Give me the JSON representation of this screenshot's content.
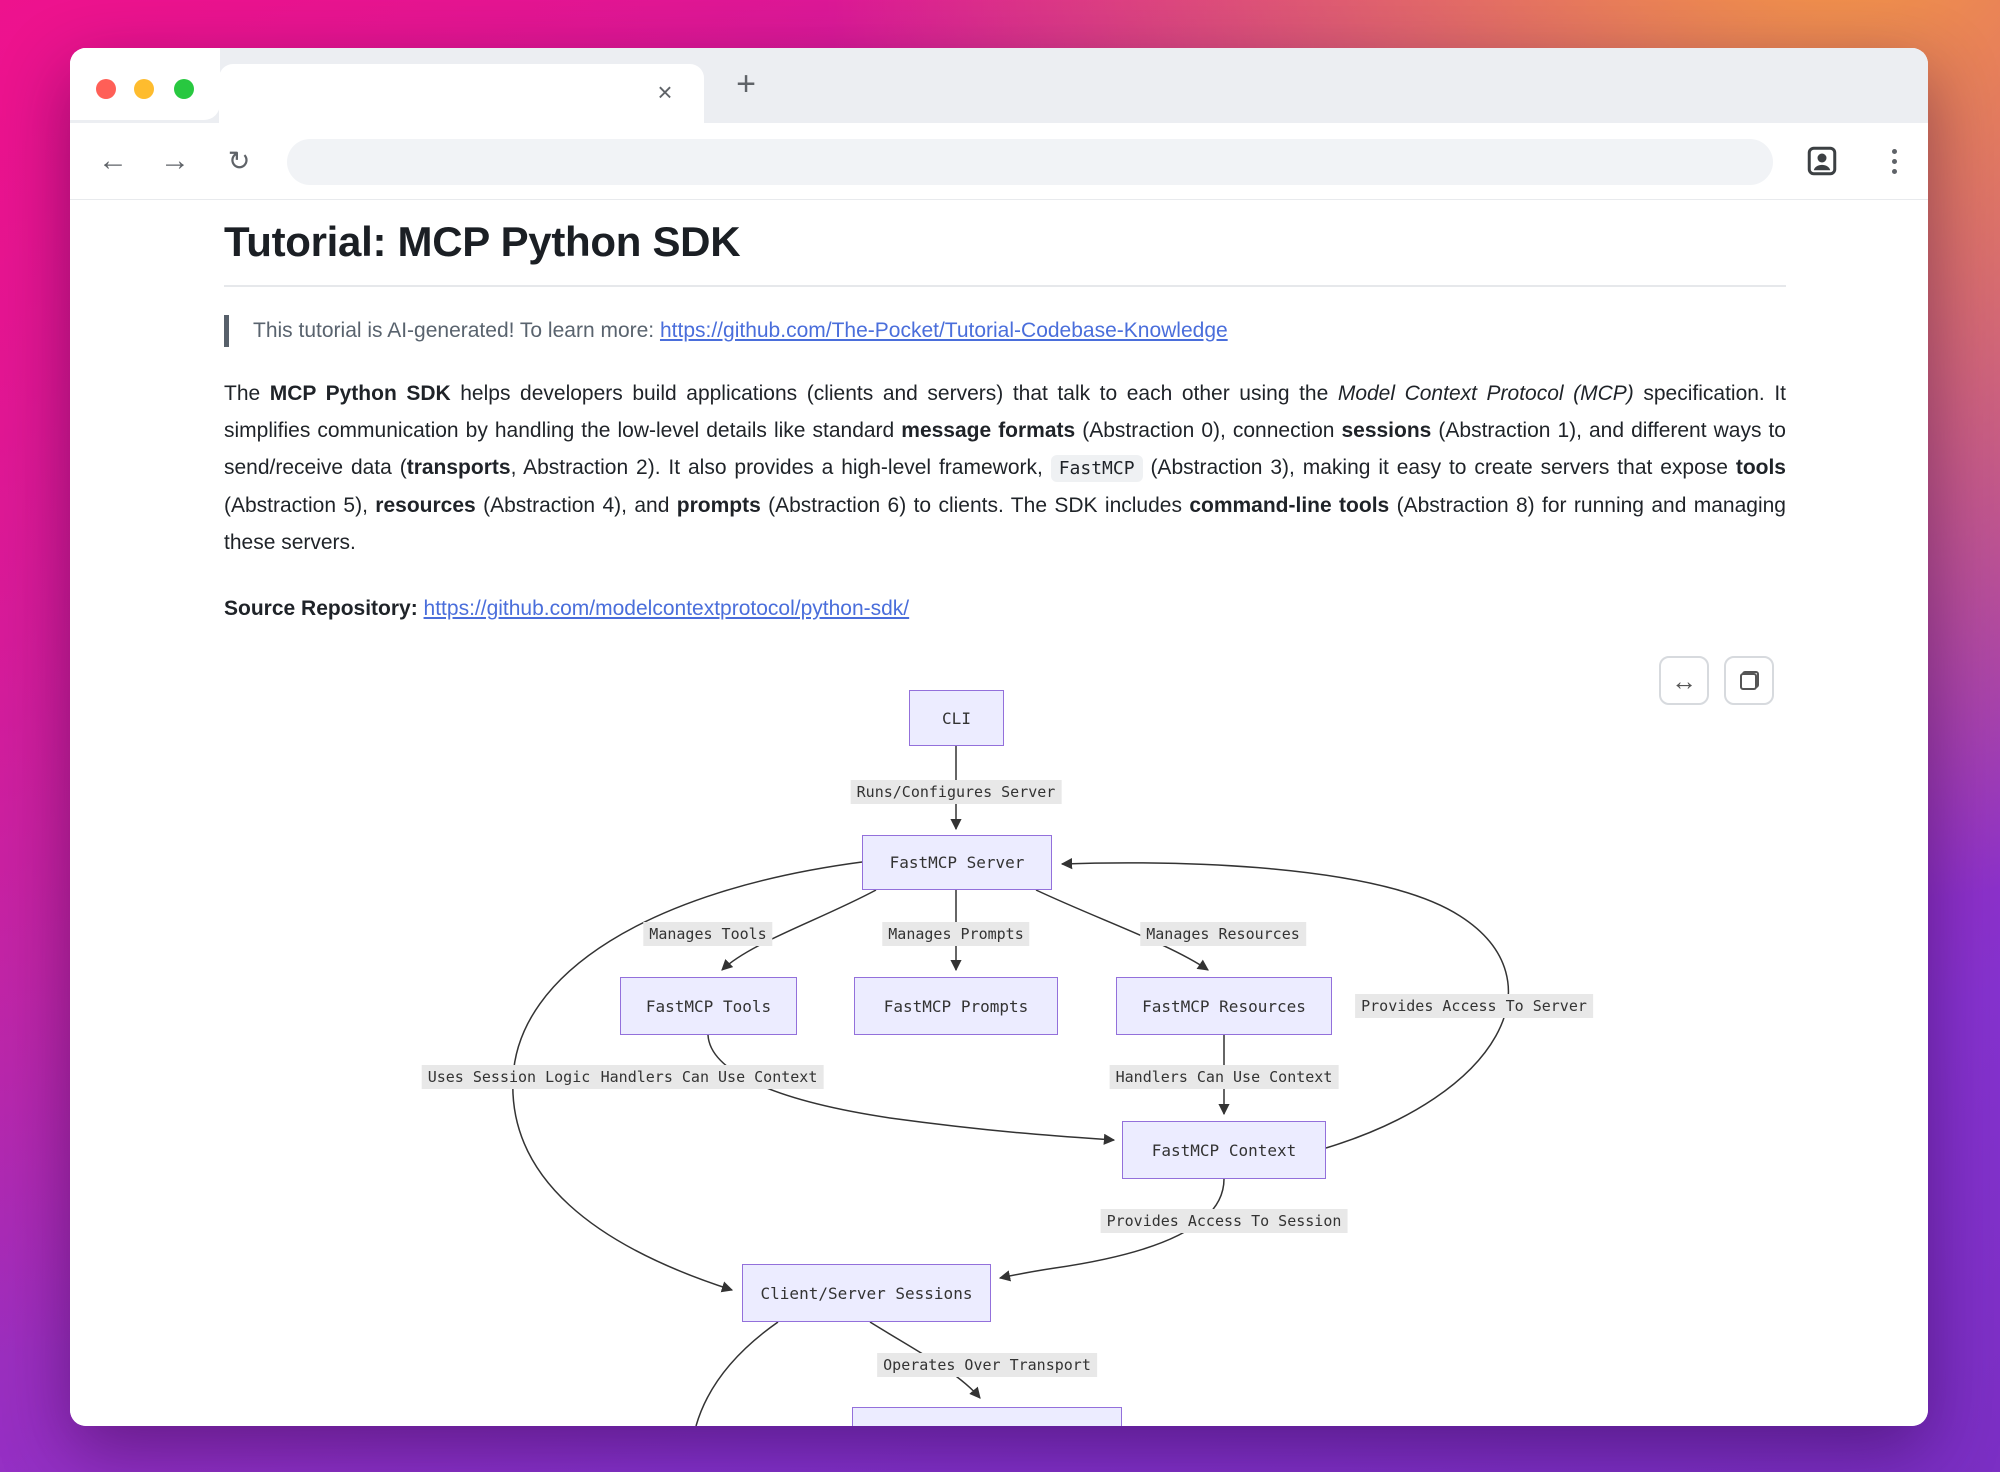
{
  "chrome": {
    "tab": {
      "close_icon": "×",
      "new_tab_icon": "+"
    },
    "nav": {
      "back_icon": "←",
      "forward_icon": "→",
      "reload_icon": "↻"
    },
    "address": {
      "value": ""
    },
    "diagram_controls": {
      "expand_icon": "↔"
    }
  },
  "page": {
    "title": "Tutorial: MCP Python SDK",
    "note": {
      "text": "This tutorial is AI-generated! To learn more: ",
      "link": "https://github.com/The-Pocket/Tutorial-Codebase-Knowledge"
    },
    "intro_segments": [
      {
        "t": "The ",
        "s": "n"
      },
      {
        "t": "MCP Python SDK",
        "s": "b"
      },
      {
        "t": " helps developers build applications (clients and servers) that talk to each other using the ",
        "s": "n"
      },
      {
        "t": "Model Context Protocol (MCP)",
        "s": "i"
      },
      {
        "t": " specification. It simplifies communication by handling the low-level details like standard ",
        "s": "n"
      },
      {
        "t": "message formats",
        "s": "b"
      },
      {
        "t": " (Abstraction 0), connection ",
        "s": "n"
      },
      {
        "t": "sessions",
        "s": "b"
      },
      {
        "t": " (Abstraction 1), and different ways to send/receive data (",
        "s": "n"
      },
      {
        "t": "transports",
        "s": "b"
      },
      {
        "t": ", Abstraction 2). It also provides a high-level framework, ",
        "s": "n"
      },
      {
        "t": "FastMCP",
        "s": "c"
      },
      {
        "t": " (Abstraction 3), making it easy to create servers that expose ",
        "s": "n"
      },
      {
        "t": "tools",
        "s": "b"
      },
      {
        "t": " (Abstraction 5), ",
        "s": "n"
      },
      {
        "t": "resources",
        "s": "b"
      },
      {
        "t": " (Abstraction 4), and ",
        "s": "n"
      },
      {
        "t": "prompts",
        "s": "b"
      },
      {
        "t": " (Abstraction 6) to clients. The SDK includes ",
        "s": "n"
      },
      {
        "t": "command-line tools",
        "s": "b"
      },
      {
        "t": " (Abstraction 8) for running and managing these servers.",
        "s": "n"
      }
    ],
    "source": {
      "label": "Source Repository: ",
      "link": "https://github.com/modelcontextprotocol/python-sdk/"
    }
  },
  "diagram": {
    "nodes": [
      {
        "id": "cli",
        "label": "CLI"
      },
      {
        "id": "fastmcp-server",
        "label": "FastMCP Server"
      },
      {
        "id": "fastmcp-tools",
        "label": "FastMCP Tools"
      },
      {
        "id": "fastmcp-prompts",
        "label": "FastMCP Prompts"
      },
      {
        "id": "fastmcp-resources",
        "label": "FastMCP Resources"
      },
      {
        "id": "fastmcp-context",
        "label": "FastMCP Context"
      },
      {
        "id": "client-server-sessions",
        "label": "Client/Server Sessions"
      },
      {
        "id": "transport-partial",
        "label": ""
      }
    ],
    "edge_labels": [
      "Runs/Configures Server",
      "Manages Tools",
      "Manages Prompts",
      "Manages Resources",
      "Provides Access To Server",
      "Uses Session Logic",
      "Handlers Can Use Context",
      "Handlers Can Use Context",
      "Provides Access To Session",
      "Operates Over Transport"
    ],
    "colors": {
      "node_bg": "#ECECFF",
      "node_border": "#9370DB",
      "edge_label_bg": "#e8e8e8",
      "link_color": "#4a6edb"
    }
  }
}
